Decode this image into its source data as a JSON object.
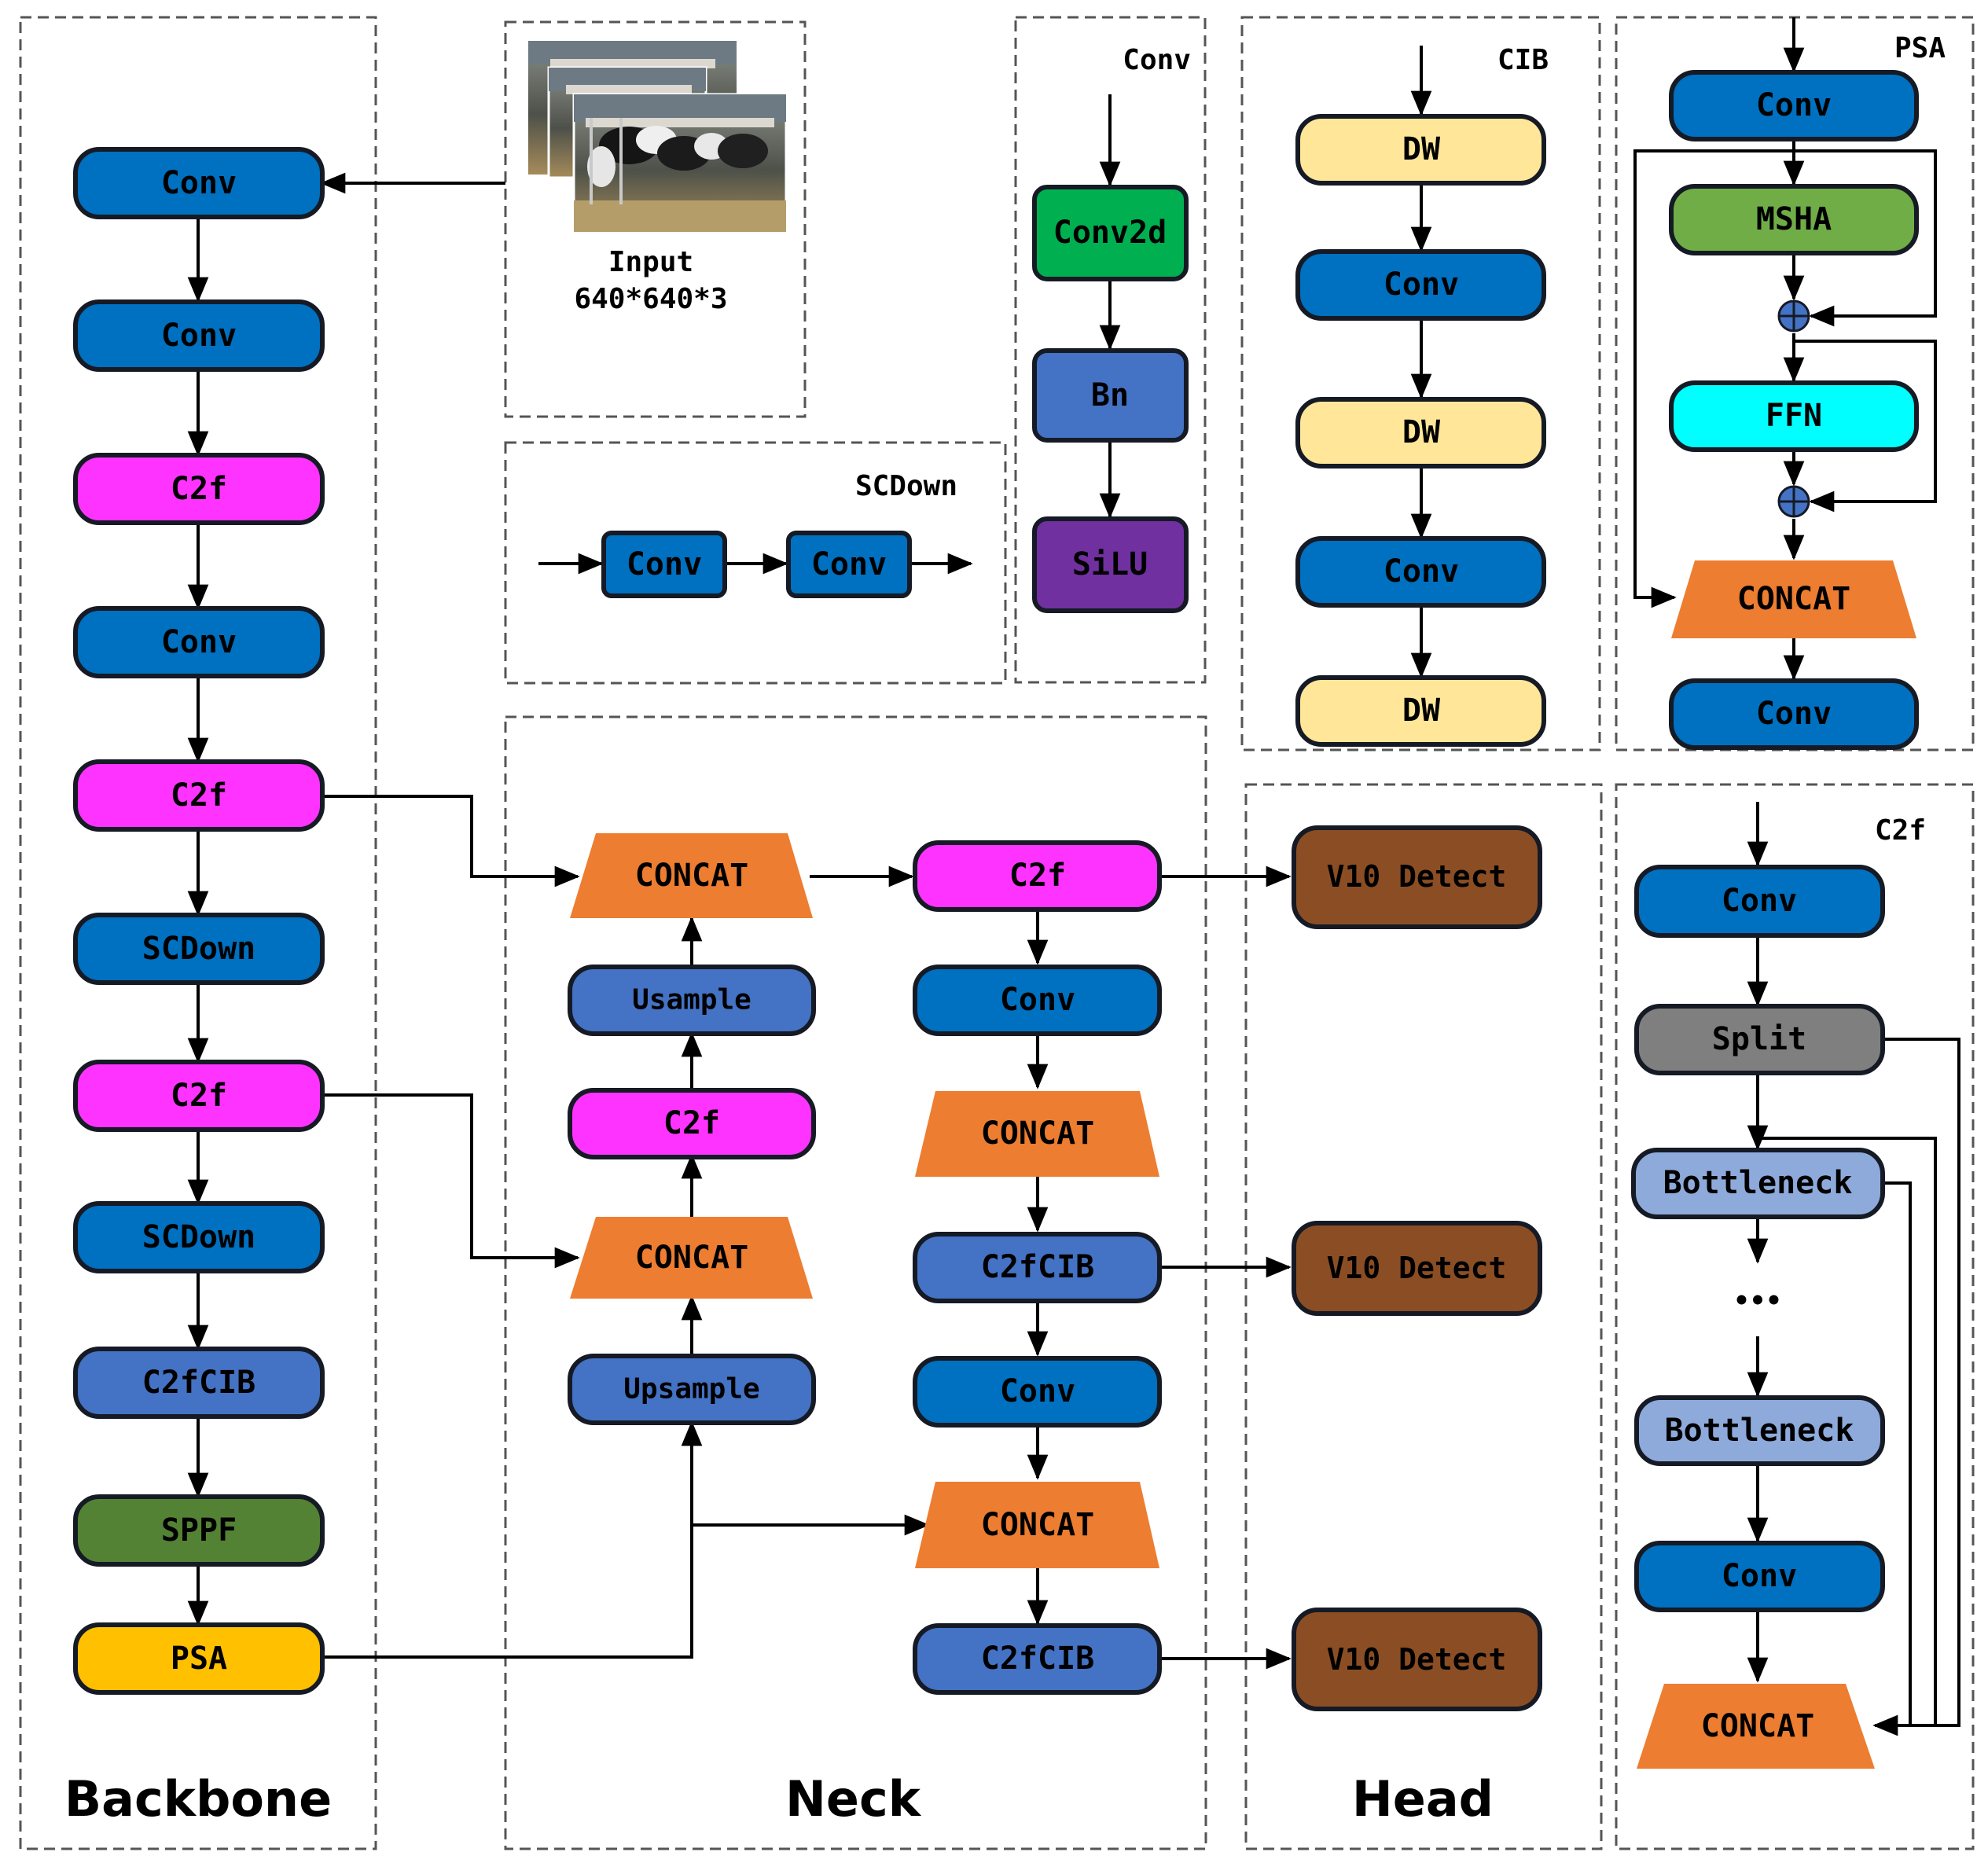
{
  "sections": {
    "backbone": "Backbone",
    "neck": "Neck",
    "head": "Head"
  },
  "panels": {
    "scdown": "SCDown",
    "conv": "Conv",
    "cib": "CIB",
    "psa": "PSA",
    "c2f": "C2f"
  },
  "input": {
    "label": "Input",
    "size": "640*640*3"
  },
  "backbone": {
    "b1": "Conv",
    "b2": "Conv",
    "b3": "C2f",
    "b4": "Conv",
    "b5": "C2f",
    "b6": "SCDown",
    "b7": "C2f",
    "b8": "SCDown",
    "b9": "C2fCIB",
    "b10": "SPPF",
    "b11": "PSA"
  },
  "neck": {
    "concat_top": "CONCAT",
    "usample": "Usample",
    "c2f_left": "C2f",
    "concat_mid": "CONCAT",
    "upsample": "Upsample",
    "c2f_right": "C2f",
    "conv_1": "Conv",
    "concat_r1": "CONCAT",
    "c2fcib_1": "C2fCIB",
    "conv_2": "Conv",
    "concat_r2": "CONCAT",
    "c2fcib_2": "C2fCIB"
  },
  "head": {
    "d1": "V10 Detect",
    "d2": "V10 Detect",
    "d3": "V10 Detect"
  },
  "scdown_panel": {
    "conv1": "Conv",
    "conv2": "Conv"
  },
  "conv_panel": {
    "conv2d": "Conv2d",
    "bn": "Bn",
    "silu": "SiLU"
  },
  "cib_panel": {
    "dw1": "DW",
    "conv1": "Conv",
    "dw2": "DW",
    "conv2": "Conv",
    "dw3": "DW"
  },
  "psa_panel": {
    "conv_top": "Conv",
    "msha": "MSHA",
    "ffn": "FFN",
    "concat": "CONCAT",
    "conv_bottom": "Conv"
  },
  "c2f_panel": {
    "conv_top": "Conv",
    "split": "Split",
    "bottleneck1": "Bottleneck",
    "ellipsis": "•••",
    "bottleneck2": "Bottleneck",
    "conv_bottom": "Conv",
    "concat": "CONCAT"
  },
  "colors": {
    "conv": "#0070C0",
    "c2f": "#FF33FF",
    "c2fcib": "#4472C4",
    "sppf": "#548235",
    "psa": "#FFC000",
    "concat": "#ED7D31",
    "detect": "#8B4E24",
    "conv2d": "#00B050",
    "silu": "#7030A0",
    "dw": "#FFE699",
    "msha": "#70AD47",
    "ffn": "#00FFFF",
    "split": "#7F7F7F",
    "bottleneck": "#8EAADB",
    "add_node": "#4472C4"
  }
}
